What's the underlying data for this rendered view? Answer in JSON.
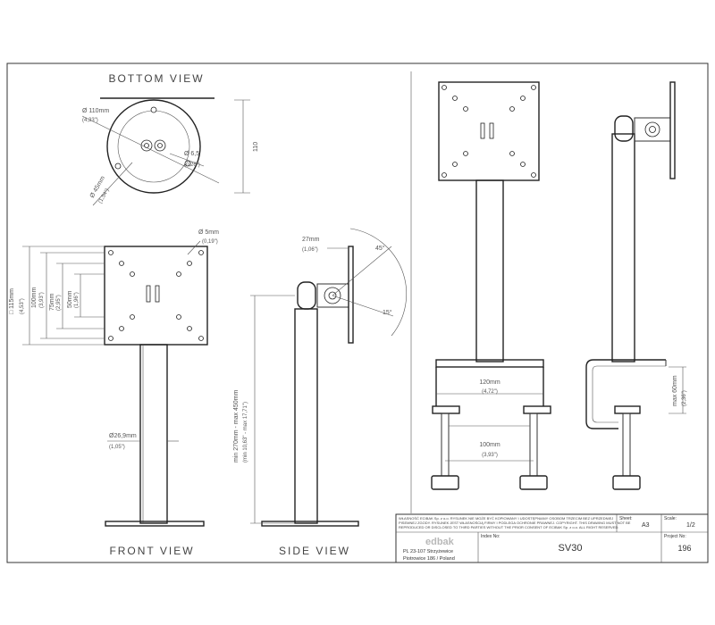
{
  "views": {
    "bottom_title": "BOTTOM VIEW",
    "front_title": "FRONT VIEW",
    "side_title": "SIDE VIEW"
  },
  "bottom": {
    "dia_base": "Ø 110mm",
    "dia_base_in": "(4,33\")",
    "dia_hole": "Ø 6,5",
    "dia_hole_in": "(0,26\")",
    "dia_bolt": "Ø 45mm",
    "dia_bolt_in": "(1,54\")",
    "height": "110"
  },
  "front": {
    "plate_size": "□ 115mm",
    "plate_size_in": "(4,53\")",
    "dim_100": "100mm",
    "dim_100_in": "(3,93\")",
    "dim_75": "75mm",
    "dim_75_in": "(2,95\")",
    "dim_50": "50mm",
    "dim_50_in": "(1,96\")",
    "hole": "Ø 5mm",
    "hole_in": "(0,19\")",
    "pole": "Ø26,9mm",
    "pole_in": "(1,05\")"
  },
  "side": {
    "dim_27": "27mm",
    "dim_27_in": "(1,06\")",
    "angle_top": "45°",
    "angle_bottom": "15°",
    "height_range": "min 270mm - max 450mm",
    "height_range_in": "(min 10,63\" - max 17,71\")"
  },
  "clamp": {
    "width": "120mm",
    "width_in": "(4,72\")",
    "screw_spacing": "100mm",
    "screw_spacing_in": "(3,93\")",
    "max_open": "max 60mm",
    "max_open_in": "(2,36\")"
  },
  "title_block": {
    "notice": [
      "WŁASNOŚĆ ECIBAK Sp. z o.o. RYSUNEK NIE MOŻE BYĆ KOPIOWANY I UDOSTĘPNIANY OSOBOM TRZECIM BEZ UPRZEDNIEJ",
      "PISEMNEJ ZGODY. RYSUNEK JEST WŁASNOŚCIĄ FIRMY I PODLEGA OCHRONIE PRAWNEJ. COPYRIGHT. THIS DRAWING MUST NOT BE",
      "REPRODUCED OR DISCLOSED TO THIRD PARTIES WITHOUT THE PRIOR CONSENT OF ECIBAK Sp. z o.o. ALL RIGHT RESERVED."
    ],
    "sheet_label": "Sheet:",
    "sheet_value": "A3",
    "scale_label": "Scale:",
    "scale_value": "1/2",
    "logo_text": "edbak",
    "address_1": "PL 23-107 Strzyżewice",
    "address_2": "Piotrowice 186 / Poland",
    "index_label": "Index No:",
    "index_value": "SV30",
    "project_label": "Project No:",
    "project_value": "196"
  },
  "colors": {
    "line": "#333333",
    "background": "#ffffff"
  }
}
